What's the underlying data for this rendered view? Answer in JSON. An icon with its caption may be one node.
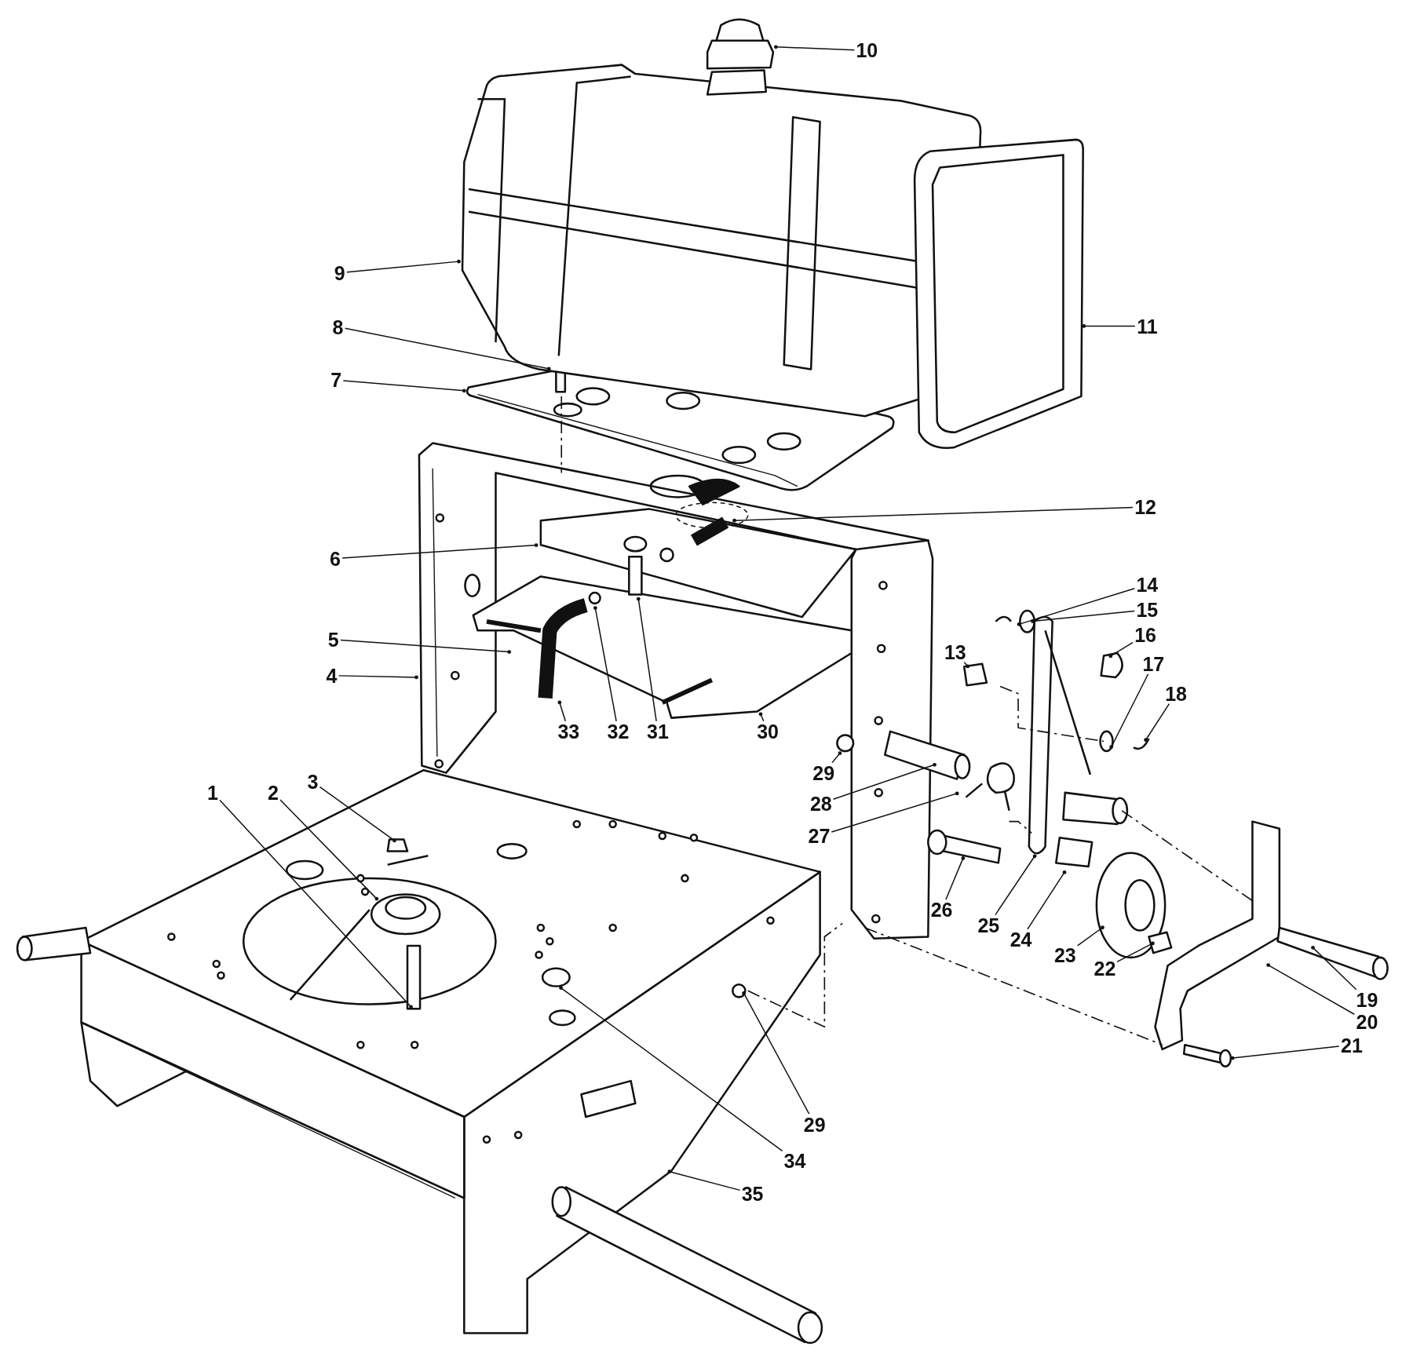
{
  "diagram": {
    "nodes": [
      {
        "text": [
          "1"
        ]
      },
      {
        "text": [
          "2"
        ]
      },
      {
        "text": [
          "3"
        ]
      },
      {
        "text": [
          "4"
        ]
      },
      {
        "text": [
          "5"
        ]
      },
      {
        "text": [
          "6"
        ]
      },
      {
        "text": [
          "7"
        ]
      },
      {
        "text": [
          "8"
        ]
      },
      {
        "text": [
          "9"
        ]
      },
      {
        "text": [
          "10"
        ]
      },
      {
        "text": [
          "11"
        ]
      },
      {
        "text": [
          "12"
        ]
      },
      {
        "text": [
          "13"
        ]
      },
      {
        "text": [
          "14"
        ]
      },
      {
        "text": [
          "15"
        ]
      },
      {
        "text": [
          "16"
        ]
      },
      {
        "text": [
          "17"
        ]
      },
      {
        "text": [
          "18"
        ]
      },
      {
        "text": [
          "19"
        ]
      },
      {
        "text": [
          "20"
        ]
      },
      {
        "text": [
          "21"
        ]
      },
      {
        "text": [
          "22"
        ]
      },
      {
        "text": [
          "23"
        ]
      },
      {
        "text": [
          "24"
        ]
      },
      {
        "text": [
          "25"
        ]
      },
      {
        "text": [
          "26"
        ]
      },
      {
        "text": [
          "27"
        ]
      },
      {
        "text": [
          "28"
        ]
      },
      {
        "text": [
          "29"
        ]
      },
      {
        "text": [
          "30"
        ]
      },
      {
        "text": [
          "31"
        ]
      },
      {
        "text": [
          "32"
        ]
      },
      {
        "text": [
          "33"
        ]
      },
      {
        "text": [
          "29"
        ]
      },
      {
        "text": [
          "34"
        ]
      },
      {
        "text": [
          "35"
        ]
      }
    ],
    "edges": [
      {
        "from": 0,
        "to": null,
        "arrow": "other"
      },
      {
        "from": 1,
        "to": null,
        "arrow": "other"
      },
      {
        "from": 2,
        "to": null,
        "arrow": "other"
      },
      {
        "from": 3,
        "to": null,
        "arrow": "other"
      },
      {
        "from": 4,
        "to": null,
        "arrow": "other"
      },
      {
        "from": 5,
        "to": null,
        "arrow": "other"
      },
      {
        "from": 6,
        "to": null,
        "arrow": "other"
      },
      {
        "from": 7,
        "to": null,
        "arrow": "other"
      },
      {
        "from": 8,
        "to": null,
        "arrow": "other"
      },
      {
        "from": 9,
        "to": null,
        "arrow": "other"
      },
      {
        "from": 10,
        "to": null,
        "arrow": "other"
      },
      {
        "from": 11,
        "to": null,
        "arrow": "other"
      },
      {
        "from": 12,
        "to": null,
        "arrow": "other"
      },
      {
        "from": 13,
        "to": null,
        "arrow": "other"
      },
      {
        "from": 14,
        "to": null,
        "arrow": "other"
      },
      {
        "from": 15,
        "to": null,
        "arrow": "other"
      },
      {
        "from": 16,
        "to": null,
        "arrow": "other"
      },
      {
        "from": 17,
        "to": null,
        "arrow": "other"
      },
      {
        "from": 18,
        "to": null,
        "arrow": "other"
      },
      {
        "from": 19,
        "to": null,
        "arrow": "other"
      },
      {
        "from": 20,
        "to": null,
        "arrow": "other"
      },
      {
        "from": 21,
        "to": null,
        "arrow": "other"
      },
      {
        "from": 22,
        "to": null,
        "arrow": "other"
      },
      {
        "from": 23,
        "to": null,
        "arrow": "other"
      },
      {
        "from": 24,
        "to": null,
        "arrow": "other"
      },
      {
        "from": 25,
        "to": null,
        "arrow": "other"
      },
      {
        "from": 26,
        "to": null,
        "arrow": "other"
      },
      {
        "from": 27,
        "to": null,
        "arrow": "other"
      },
      {
        "from": 28,
        "to": null,
        "arrow": "other"
      },
      {
        "from": 29,
        "to": null,
        "arrow": "other"
      },
      {
        "from": 30,
        "to": null,
        "arrow": "other"
      },
      {
        "from": 31,
        "to": null,
        "arrow": "other"
      },
      {
        "from": 32,
        "to": null,
        "arrow": "other"
      },
      {
        "from": 33,
        "to": null,
        "arrow": "other"
      },
      {
        "from": 34,
        "to": null,
        "arrow": "other"
      },
      {
        "from": 35,
        "to": null,
        "arrow": "other"
      }
    ]
  }
}
